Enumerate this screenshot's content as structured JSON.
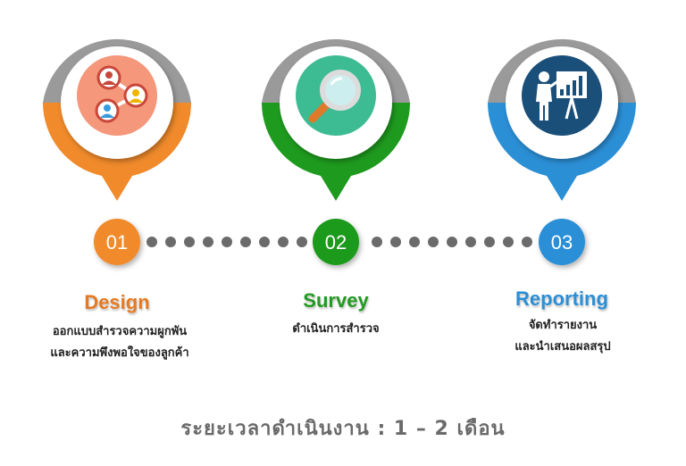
{
  "steps": [
    {
      "number": "01",
      "title": "Design",
      "description": [
        "ออกแบบสำรวจความผูกพัน",
        "และความพึงพอใจของลูกค้า"
      ],
      "color": "#f08a2b",
      "icon_bg": "#f4977a",
      "icon": "network-people-icon"
    },
    {
      "number": "02",
      "title": "Survey",
      "description": [
        "ดำเนินการสำรวจ"
      ],
      "color": "#1e9a1e",
      "icon_bg": "#3dbb93",
      "icon": "magnifier-icon"
    },
    {
      "number": "03",
      "title": "Reporting",
      "description": [
        "จัดทำรายงาน",
        "และนำเสนอผลสรุป"
      ],
      "color": "#2b8fd6",
      "icon_bg": "#1a4f7a",
      "icon": "presentation-chart-icon"
    }
  ],
  "timeline_color": "#6b6b6b",
  "footer": "ระยะเวลาดำเนินงาน : 1 – 2 เดือน"
}
